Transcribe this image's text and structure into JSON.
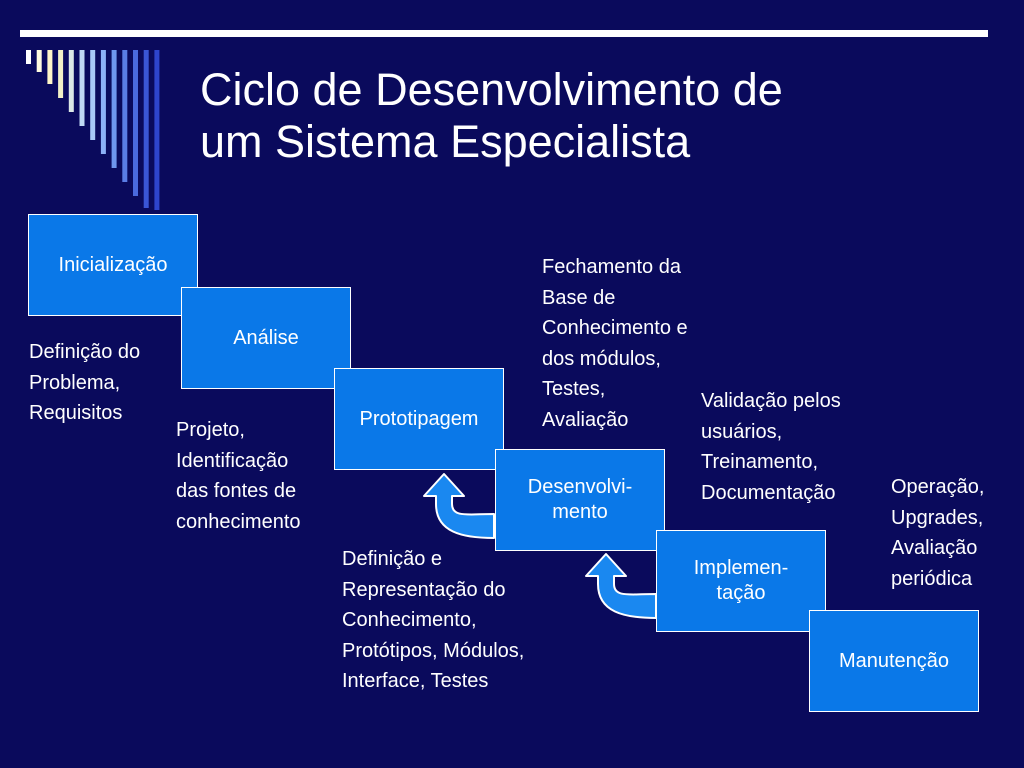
{
  "slide": {
    "title_line1": "Ciclo de Desenvolvimento de",
    "title_line2": "um Sistema Especialista"
  },
  "stages": [
    {
      "label": "Inicialização"
    },
    {
      "label": "Análise"
    },
    {
      "label": "Prototipagem"
    },
    {
      "label": "Desenvolvi-\nmento"
    },
    {
      "label": "Implemen-\ntação"
    },
    {
      "label": "Manutenção"
    }
  ],
  "notes": {
    "inicializacao": "Definição do\nProblema,\nRequisitos",
    "analise": "Projeto,\nIdentificação\ndas fontes de\nconhecimento",
    "prototipagem": "Definição e\nRepresentação do\nConhecimento,\nProtótipos, Módulos,\nInterface, Testes",
    "desenvolvimento": "Fechamento da\nBase de\nConhecimento e\ndos módulos,\nTestes,\nAvaliação",
    "implementacao": "Validação pelos\nusuários,\nTreinamento,\nDocumentação",
    "manutencao": "Operação,\nUpgrades,\nAvaliação\nperiódica"
  },
  "colors": {
    "background": "#0a0a5c",
    "stage_fill": "#0a78e8",
    "arrow_fill": "#1a88f0",
    "text": "#ffffff",
    "stripe_colors": [
      "#ffffff",
      "#fffbe0",
      "#fff6c8",
      "#f2f0c6",
      "#dce8e6",
      "#c0d8f4",
      "#a8c8f8",
      "#8cb0f6",
      "#6e96ee",
      "#5a7ee6",
      "#4a6ade",
      "#3a56d6",
      "#2e44cc"
    ]
  },
  "icons": {
    "return_arrow": "curved-up-arrow-icon"
  }
}
